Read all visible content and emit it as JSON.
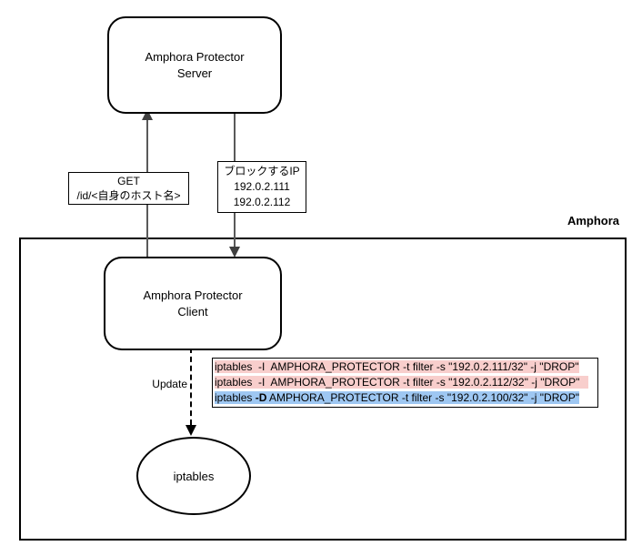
{
  "nodes": {
    "server": {
      "line1": "Amphora Protector",
      "line2": "Server"
    },
    "client": {
      "line1": "Amphora Protector",
      "line2": "Client"
    },
    "iptables": {
      "label": "iptables"
    }
  },
  "container": {
    "label": "Amphora"
  },
  "edges": {
    "get_request": {
      "line1": "GET",
      "line2": "/id/<自身のホスト名>"
    },
    "block_ip": {
      "line1": "ブロックするIP",
      "line2": "192.0.2.111",
      "line3": "192.0.2.112"
    },
    "update": {
      "label": "Update"
    }
  },
  "code_block": {
    "lines": [
      {
        "type": "add",
        "text": "iptables  -I  AMPHORA_PROTECTOR -t filter -s \"192.0.2.111/32\" -j \"DROP\""
      },
      {
        "type": "add",
        "text": "iptables  -I  AMPHORA_PROTECTOR -t filter -s \"192.0.2.112/32\" -j \"DROP\"   "
      },
      {
        "type": "delete",
        "prefix": "iptables ",
        "flag": "-D",
        "suffix": " AMPHORA_PROTECTOR -t filter -s \"192.0.2.100/32\" -j \"DROP\""
      }
    ]
  },
  "colors": {
    "add": "#f8cecc",
    "delete": "#9ec7f2",
    "arrow_line": "#595959",
    "border": "#000000"
  }
}
